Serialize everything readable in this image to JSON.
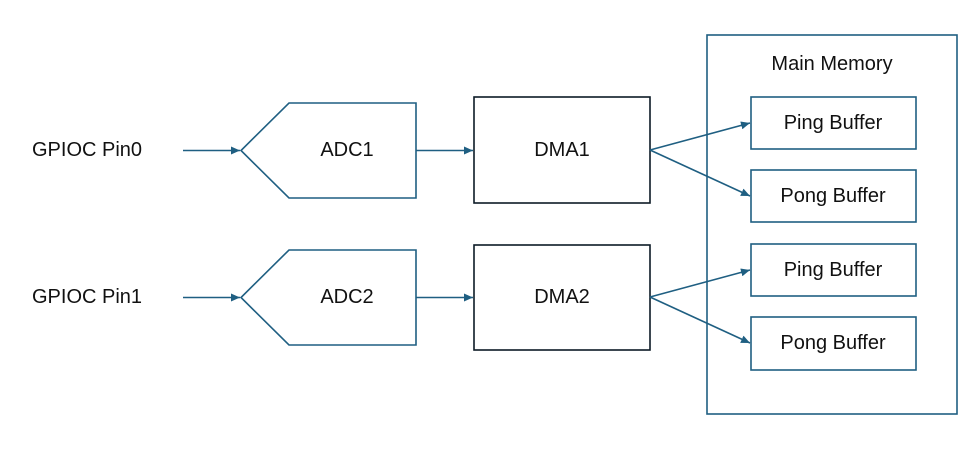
{
  "colors": {
    "stroke": "#1f5f82",
    "dark_box": "#0d1b26",
    "text": "#111111"
  },
  "inputs": [
    {
      "label": "GPIOC Pin0"
    },
    {
      "label": "GPIOC Pin1"
    }
  ],
  "adcs": [
    {
      "label": "ADC1"
    },
    {
      "label": "ADC2"
    }
  ],
  "dmas": [
    {
      "label": "DMA1"
    },
    {
      "label": "DMA2"
    }
  ],
  "memory": {
    "title": "Main Memory",
    "buffers": [
      {
        "label": "Ping Buffer"
      },
      {
        "label": "Pong Buffer"
      },
      {
        "label": "Ping Buffer"
      },
      {
        "label": "Pong Buffer"
      }
    ]
  }
}
